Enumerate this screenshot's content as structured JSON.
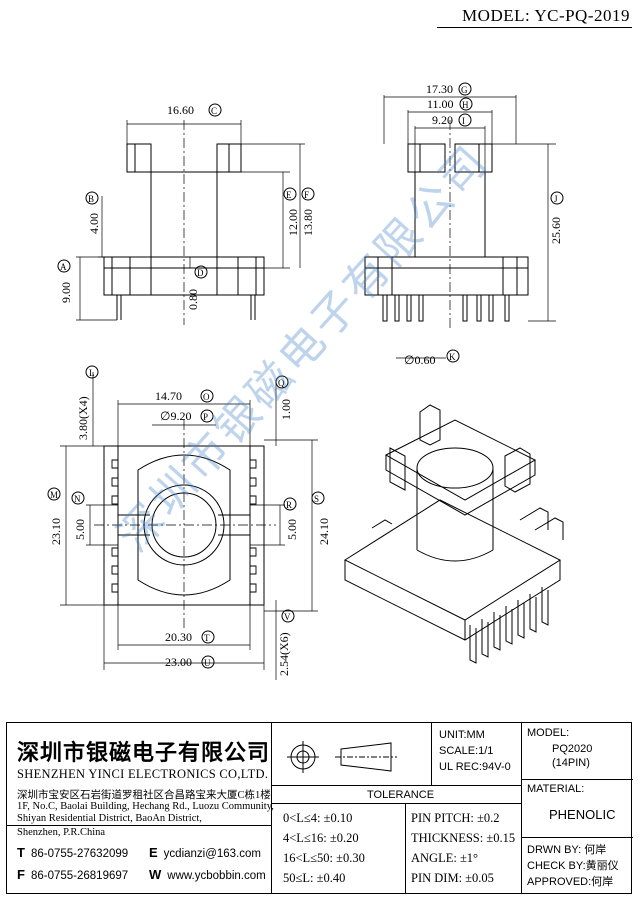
{
  "header": {
    "model_label": "MODEL: YC-PQ-2019"
  },
  "dimensions": {
    "d_c": "16.60",
    "d_b": "4.00",
    "d_a": "9.00",
    "d_d": "0.80",
    "d_e": "12.00",
    "d_f": "13.80",
    "d_g": "17.30",
    "d_h": "11.00",
    "d_i": "9.20",
    "d_j": "25.60",
    "d_k": "∅0.60",
    "d_l": "3.80(X4)",
    "d_o": "14.70",
    "d_p": "∅9.20",
    "d_q": "1.00",
    "d_m": "23.10",
    "d_n": "5.00",
    "d_r": "5.00",
    "d_s": "24.10",
    "d_t": "20.30",
    "d_u": "23.00",
    "d_v": "2.54(X6)"
  },
  "markers": {
    "a": "A",
    "b": "B",
    "c": "C",
    "d": "D",
    "e": "E",
    "f": "F",
    "g": "G",
    "h": "H",
    "i": "I",
    "j": "J",
    "k": "K",
    "l": "L",
    "m": "M",
    "n": "N",
    "o": "O",
    "p": "P",
    "q": "Q",
    "r": "R",
    "s": "S",
    "t": "T",
    "u": "U",
    "v": "V"
  },
  "watermark": "深圳市银磁电子有限公司",
  "title_block": {
    "company_cn": "深圳市银磁电子有限公司",
    "company_en": "SHENZHEN YINCI ELECTRONICS CO,LTD.",
    "address_cn": "深圳市宝安区石岩街道罗租社区合昌路宝来大厦C栋1楼",
    "address_en1": "1F, No.C, Baolai Building, Hechang Rd., Luozu Community,",
    "address_en2": "Shiyan Residential District, BaoAn District,",
    "address_en3": "Shenzhen, P.R.China",
    "tel_label": "T",
    "tel": "86-0755-27632099",
    "fax_label": "F",
    "fax": "86-0755-26819697",
    "email_label": "E",
    "email": "ycdianzi@163.com",
    "web_label": "W",
    "web": "www.ycbobbin.com",
    "unit": "UNIT:MM",
    "scale": "SCALE:1/1",
    "ul_rec": "UL REC:94V-0",
    "model_label": "MODEL:",
    "model_value": "PQ2020",
    "pin_value": "(14PIN)",
    "material_label": "MATERIAL:",
    "material_value": "PHENOLIC",
    "tolerance_title": "TOLERANCE",
    "tol1": "0<L≤4: ±0.10",
    "tol2": "4<L≤16: ±0.20",
    "tol3": "16<L≤50: ±0.30",
    "tol4": "50≤L: ±0.40",
    "pin_pitch": "PIN PITCH: ±0.2",
    "thickness": "THICKNESS: ±0.15",
    "angle": "ANGLE: ±1°",
    "pin_dim": "PIN DIM: ±0.05",
    "drwn_by": "DRWN BY: 何岸",
    "check_by": "CHECK BY:黄丽仪",
    "approved": "APPROVED:何岸"
  }
}
